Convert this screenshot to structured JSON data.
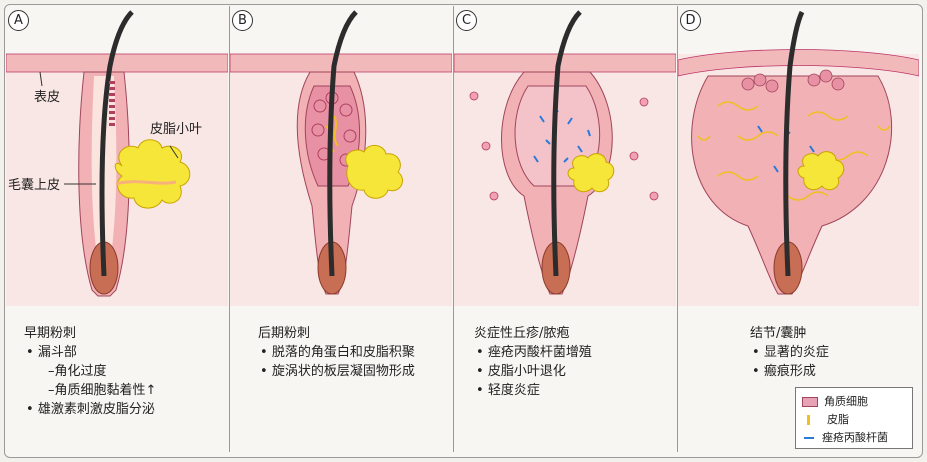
{
  "panels": [
    {
      "letter": "A",
      "caption": {
        "title": "早期粉刺",
        "items": [
          {
            "text": "漏斗部",
            "sub": [
              "–角化过度",
              "–角质细胞黏着性↑"
            ]
          },
          {
            "text": "雄激素刺激皮脂分泌",
            "sub": []
          }
        ]
      }
    },
    {
      "letter": "B",
      "caption": {
        "title": "后期粉刺",
        "items": [
          {
            "text": "脱落的角蛋白和皮脂积聚",
            "sub": []
          },
          {
            "text": "旋涡状的板层凝固物形成",
            "sub": []
          }
        ]
      }
    },
    {
      "letter": "C",
      "caption": {
        "title": "炎症性丘疹/脓疱",
        "items": [
          {
            "text": "痤疮丙酸杆菌增殖",
            "sub": []
          },
          {
            "text": "皮脂小叶退化",
            "sub": []
          },
          {
            "text": "轻度炎症",
            "sub": []
          }
        ]
      }
    },
    {
      "letter": "D",
      "caption": {
        "title": "结节/囊肿",
        "items": [
          {
            "text": "显著的炎症",
            "sub": []
          },
          {
            "text": "瘢痕形成",
            "sub": []
          }
        ]
      }
    }
  ],
  "labels": {
    "epidermis": "表皮",
    "sebaceous_lobule": "皮脂小叶",
    "follicular_epithelium": "毛囊上皮"
  },
  "legend": [
    {
      "label": "角质细胞",
      "swatch": "pink-box",
      "color": "#e7a3b5"
    },
    {
      "label": "皮脂",
      "swatch": "yellow-stroke",
      "color": "#f0c020"
    },
    {
      "label": "痤疮丙酸杆菌",
      "swatch": "blue-dash",
      "color": "#2a7ad8"
    }
  ],
  "colors": {
    "skin": "#f4c9c8",
    "dermis": "#f8e4e2",
    "epithelium": "#e89aa4",
    "sebum": "#f7e63a",
    "hair": "#2c2c2c",
    "bacteria": "#2a7ad8"
  }
}
